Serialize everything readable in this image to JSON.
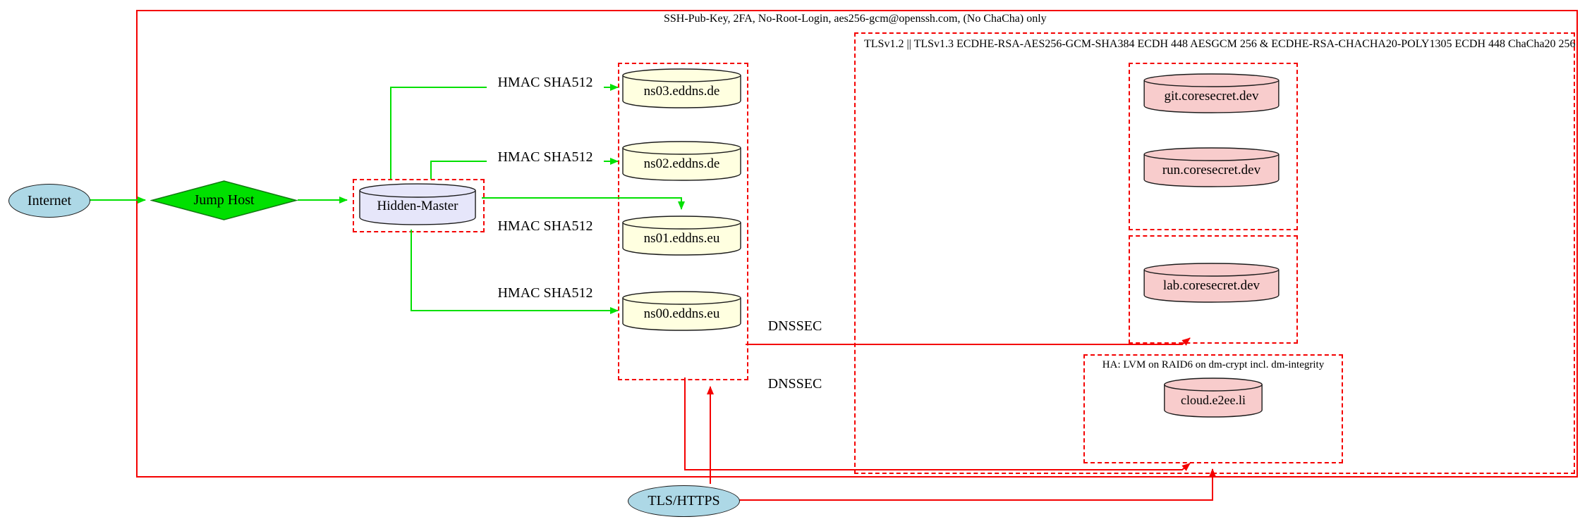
{
  "clusters": {
    "ssh": {
      "label": "SSH-Pub-Key, 2FA, No-Root-Login, aes256-gcm@openssh.com, (No ChaCha) only"
    },
    "tls": {
      "label": "TLSv1.2 || TLSv1.3 ECDHE-RSA-AES256-GCM-SHA384 ECDH 448 AESGCM 256 & ECDHE-RSA-CHACHA20-POLY1305 ECDH 448 ChaCha20 256"
    },
    "ha": {
      "label": "HA: LVM on RAID6 on dm-crypt incl. dm-integrity"
    }
  },
  "nodes": {
    "internet": {
      "label": "Internet",
      "shape": "ellipse",
      "fill": "#add8e6"
    },
    "jump_host": {
      "label": "Jump Host",
      "shape": "diamond",
      "fill": "#00e000"
    },
    "hidden_master": {
      "label": "Hidden-Master",
      "shape": "cylinder",
      "fill": "#e6e6fa"
    },
    "ns03": {
      "label": "ns03.eddns.de",
      "shape": "cylinder",
      "fill": "#ffffe0"
    },
    "ns02": {
      "label": "ns02.eddns.de",
      "shape": "cylinder",
      "fill": "#ffffe0"
    },
    "ns01": {
      "label": "ns01.eddns.eu",
      "shape": "cylinder",
      "fill": "#ffffe0"
    },
    "ns00": {
      "label": "ns00.eddns.eu",
      "shape": "cylinder",
      "fill": "#ffffe0"
    },
    "git": {
      "label": "git.coresecret.dev",
      "shape": "cylinder",
      "fill": "#f8cccc"
    },
    "run": {
      "label": "run.coresecret.dev",
      "shape": "cylinder",
      "fill": "#f8cccc"
    },
    "lab": {
      "label": "lab.coresecret.dev",
      "shape": "cylinder",
      "fill": "#f8cccc"
    },
    "cloud": {
      "label": "cloud.e2ee.li",
      "shape": "cylinder",
      "fill": "#f8cccc"
    },
    "tls_https": {
      "label": "TLS/HTTPS",
      "shape": "ellipse",
      "fill": "#add8e6"
    }
  },
  "edge_labels": {
    "hmac_sha512": "HMAC SHA512",
    "dnssec": "DNSSEC"
  },
  "colors": {
    "ssh_edges": "#00e000",
    "tls_edges": "#f40000",
    "cluster_border": "#f40000"
  }
}
